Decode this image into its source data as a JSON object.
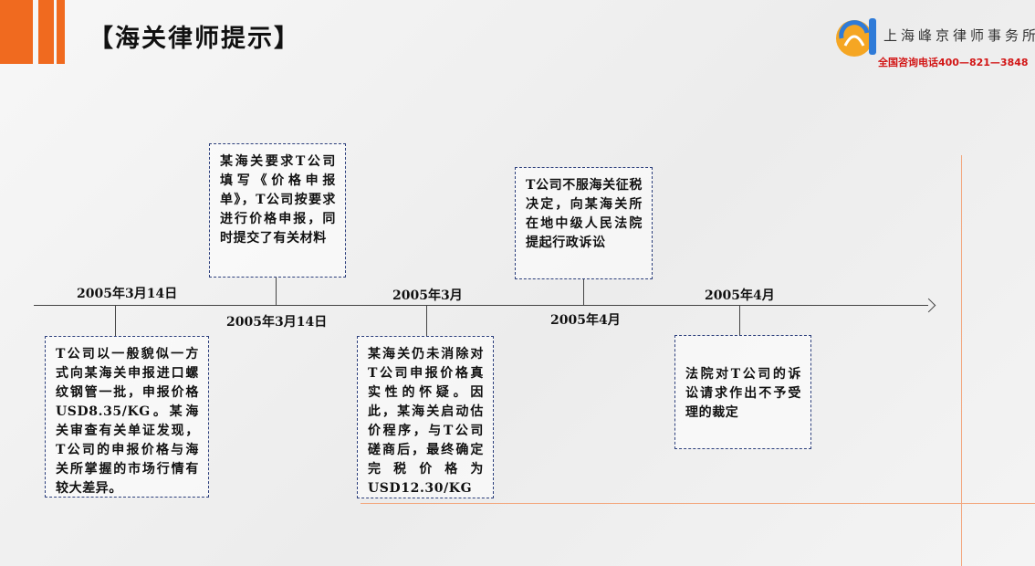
{
  "header": {
    "title": "【海关律师提示】"
  },
  "logo": {
    "firm_name": "上海峰京律师事务所",
    "phone": "全国咨询电话400—821—3848",
    "brand_color": "#f06a1f",
    "phone_color": "#d21515"
  },
  "timeline": {
    "events": [
      {
        "date": "2005年3月14日",
        "text": "T公司以一般貌似一方式向某海关申报进口螺纹钢管一批，申报价格USD8.35/KG。某海关审查有关单证发现，T公司的申报价格与海关所掌握的市场行情有较大差异。"
      },
      {
        "date": "2005年3月14日",
        "text": "某海关要求T公司填写《价格申报单》，T公司按要求进行价格申报，同时提交了有关材料"
      },
      {
        "date": "2005年3月",
        "text": "某海关仍未消除对T公司申报价格真实性的怀疑。因此，某海关启动估价程序，与T公司磋商后，最终确定完税价格为USD12.30/KG"
      },
      {
        "date": "2005年4月",
        "text": "T公司不服海关征税决定，向某海关所在地中级人民法院提起行政诉讼"
      },
      {
        "date": "2005年4月",
        "text": "法院对T公司的诉讼请求作出不予受理的裁定"
      }
    ]
  }
}
